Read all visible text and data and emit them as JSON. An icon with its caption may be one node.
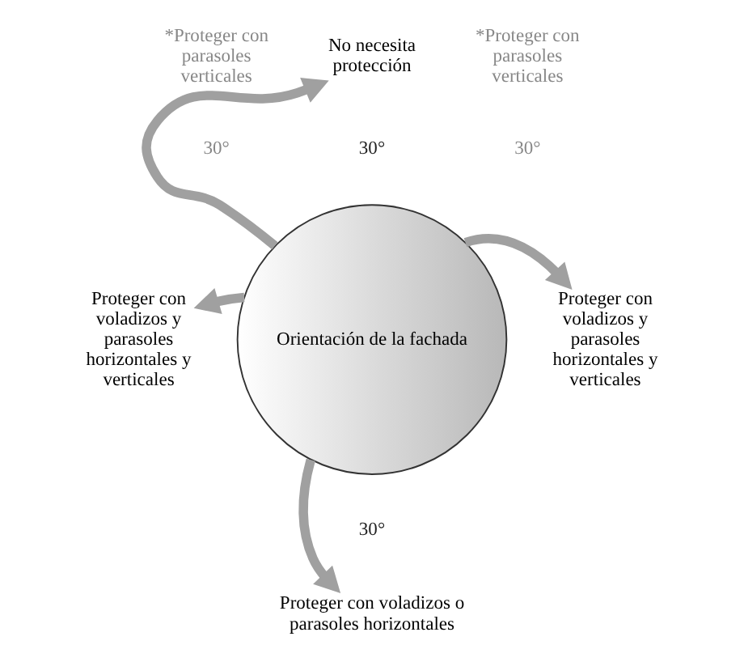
{
  "diagram": {
    "nodes": [
      {
        "text": [
          "No necesita protección"
        ]
      },
      {
        "text": [
          "Proteger con voladizos y parasoles horizontales y verticales"
        ]
      },
      {
        "text": [
          "Orientación de la fachada"
        ]
      },
      {
        "text": [
          "Proteger con voladizos y parasoles horizontales y verticales"
        ]
      },
      {
        "text": [
          "Proteger con voladizos o parasoles horizontales"
        ]
      }
    ],
    "edges": [
      {
        "from": 2,
        "to": 0,
        "arrow": "to"
      },
      {
        "from": 2,
        "to": 1,
        "arrow": "to"
      },
      {
        "from": 2,
        "to": 3,
        "arrow": "to"
      },
      {
        "from": 2,
        "to": 4,
        "arrow": "to"
      }
    ],
    "labels": [
      "*Proteger con parasoles verticales",
      "*Proteger con parasoles verticales",
      "30°",
      "30°",
      "30°",
      "30°"
    ]
  }
}
